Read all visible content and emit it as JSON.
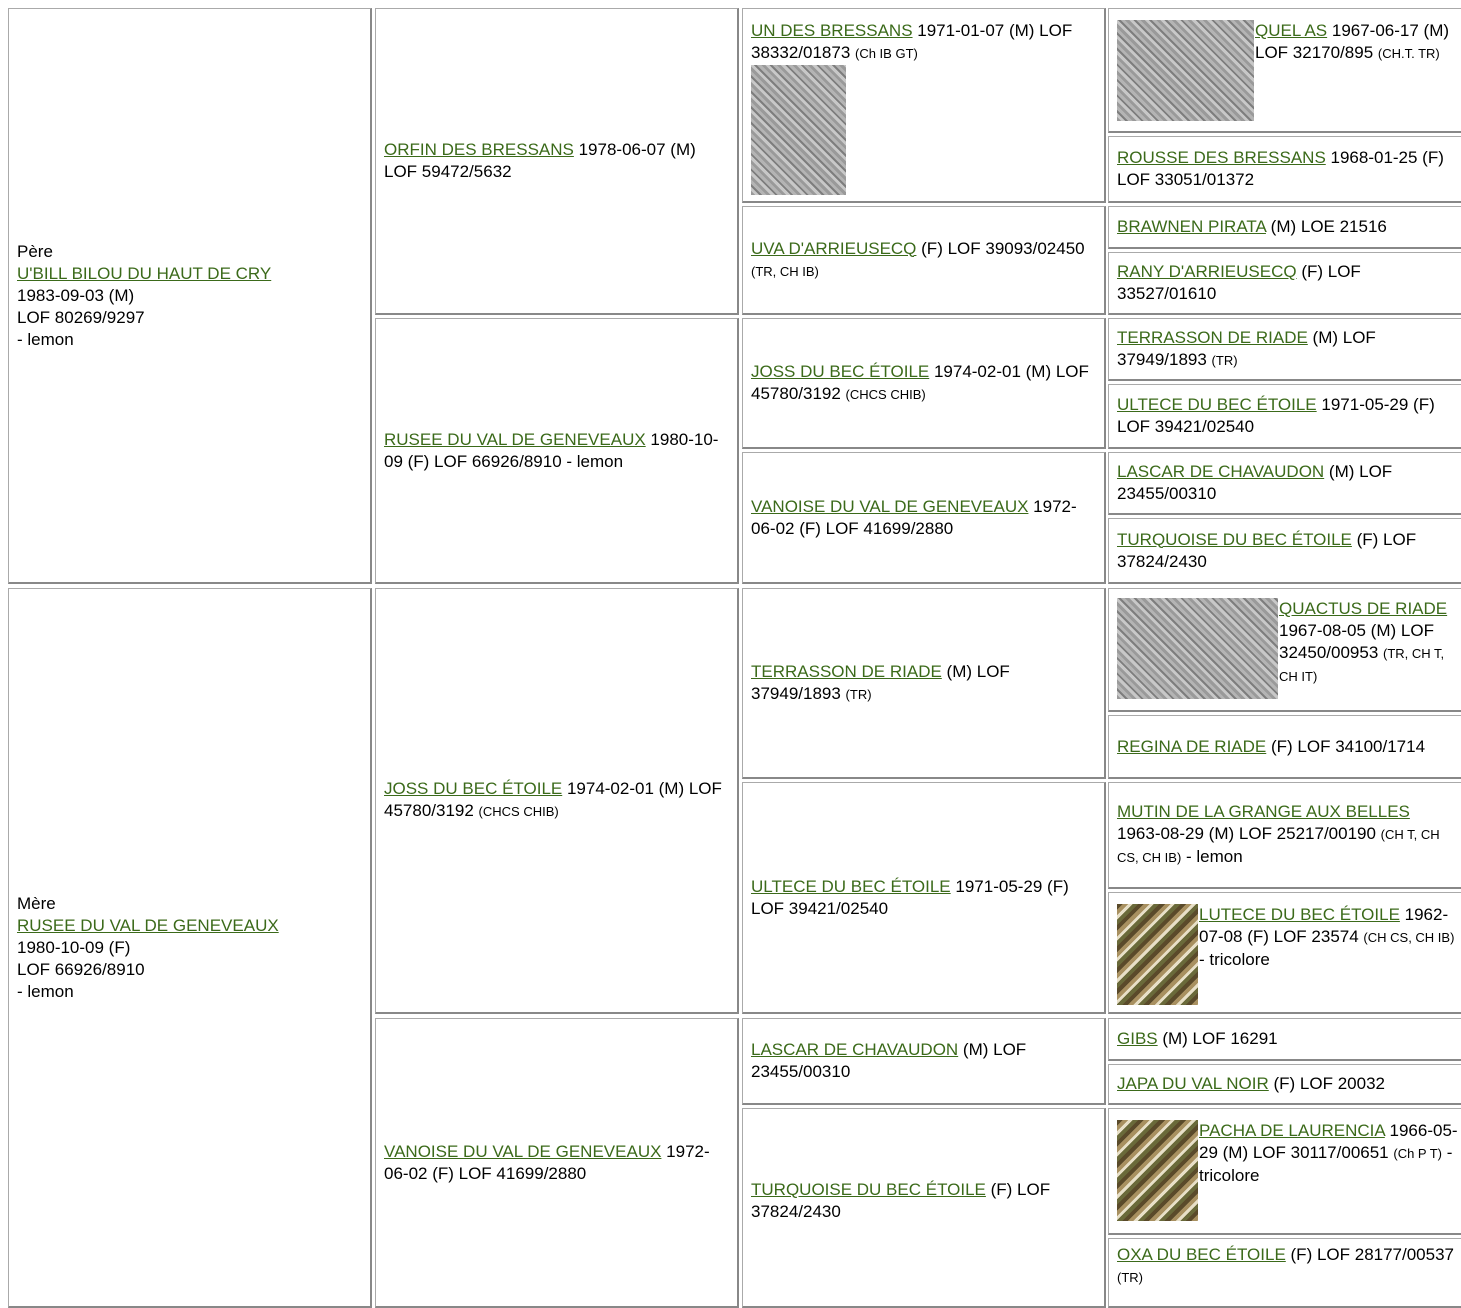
{
  "sire": {
    "label": "Père",
    "name": "U'BILL BILOU DU HAUT DE CRY",
    "line2": "1983-09-03 (M)",
    "line3": "LOF 80269/9297",
    "line4": "- lemon"
  },
  "dam": {
    "label": "Mère",
    "name": "RUSEE DU VAL DE GENEVEAUX",
    "line2": "1980-10-09 (F)",
    "line3": "LOF 66926/8910",
    "line4": "- lemon"
  },
  "gen2": [
    {
      "name": "ORFIN DES BRESSANS",
      "info": " 1978-06-07 (M) LOF 59472/5632",
      "title": "",
      "suffix": ""
    },
    {
      "name": "RUSEE DU VAL DE GENEVEAUX",
      "info": " 1980-10-09 (F) LOF 66926/8910 - lemon",
      "title": "",
      "suffix": ""
    },
    {
      "name": "JOSS DU BEC ÉTOILE",
      "info": " 1974-02-01 (M) LOF 45780/3192 ",
      "title": "(CHCS CHIB)",
      "suffix": ""
    },
    {
      "name": "VANOISE DU VAL DE GENEVEAUX",
      "info": " 1972-06-02 (F) LOF 41699/2880",
      "title": "",
      "suffix": ""
    }
  ],
  "gen3": [
    {
      "name": "UN DES BRESSANS",
      "info": " 1971-01-07 (M) LOF 38332/01873 ",
      "title": "(Ch IB GT)",
      "suffix": "",
      "photo": "dog-photo-grayscale"
    },
    {
      "name": "UVA D'ARRIEUSECQ",
      "info": " (F) LOF 39093/02450 ",
      "title": "(TR, CH IB)",
      "suffix": ""
    },
    {
      "name": "JOSS DU BEC ÉTOILE",
      "info": " 1974-02-01 (M) LOF 45780/3192 ",
      "title": "(CHCS CHIB)",
      "suffix": ""
    },
    {
      "name": "VANOISE DU VAL DE GENEVEAUX",
      "info": " 1972-06-02 (F) LOF 41699/2880",
      "title": "",
      "suffix": ""
    },
    {
      "name": "TERRASSON DE RIADE",
      "info": " (M) LOF 37949/1893 ",
      "title": "(TR)",
      "suffix": ""
    },
    {
      "name": "ULTECE DU BEC ÉTOILE",
      "info": " 1971-05-29 (F) LOF 39421/02540",
      "title": "",
      "suffix": ""
    },
    {
      "name": "LASCAR DE CHAVAUDON",
      "info": " (M) LOF 23455/00310",
      "title": "",
      "suffix": ""
    },
    {
      "name": "TURQUOISE DU BEC ÉTOILE",
      "info": " (F) LOF 37824/2430",
      "title": "",
      "suffix": ""
    }
  ],
  "gen4": [
    {
      "name": "QUEL AS",
      "info": " 1967-06-17 (M) LOF 32170/895 ",
      "title": "(CH.T. TR)",
      "suffix": "",
      "photo": "dog-photo-grayscale"
    },
    {
      "name": "ROUSSE DES BRESSANS",
      "info": " 1968-01-25 (F) LOF 33051/01372",
      "title": "",
      "suffix": ""
    },
    {
      "name": "BRAWNEN PIRATA",
      "info": " (M) LOE 21516",
      "title": "",
      "suffix": ""
    },
    {
      "name": "RANY D'ARRIEUSECQ",
      "info": " (F) LOF 33527/01610",
      "title": "",
      "suffix": ""
    },
    {
      "name": "TERRASSON DE RIADE",
      "info": " (M) LOF 37949/1893 ",
      "title": "(TR)",
      "suffix": ""
    },
    {
      "name": "ULTECE DU BEC ÉTOILE",
      "info": " 1971-05-29 (F) LOF 39421/02540",
      "title": "",
      "suffix": ""
    },
    {
      "name": "LASCAR DE CHAVAUDON",
      "info": " (M) LOF 23455/00310",
      "title": "",
      "suffix": ""
    },
    {
      "name": "TURQUOISE DU BEC ÉTOILE",
      "info": " (F) LOF 37824/2430",
      "title": "",
      "suffix": ""
    },
    {
      "name": "QUACTUS DE RIADE",
      "info": " 1967-08-05 (M) LOF 32450/00953 ",
      "title": "(TR, CH T, CH IT)",
      "suffix": "",
      "photo": "dog-photo-grayscale"
    },
    {
      "name": "REGINA DE RIADE",
      "info": " (F) LOF 34100/1714",
      "title": "",
      "suffix": ""
    },
    {
      "name": "MUTIN DE LA GRANGE AUX BELLES",
      "info": " 1963-08-29 (M) LOF 25217/00190 ",
      "title": "(CH T, CH CS, CH IB)",
      "suffix": " - lemon"
    },
    {
      "name": "LUTECE DU BEC ÉTOILE",
      "info": " 1962-07-08 (F) LOF 23574 ",
      "title": "(CH CS, CH IB)",
      "suffix": " - tricolore",
      "photo": "dog-photo-color"
    },
    {
      "name": "GIBS",
      "info": " (M) LOF 16291",
      "title": "",
      "suffix": ""
    },
    {
      "name": "JAPA DU VAL NOIR",
      "info": " (F) LOF 20032",
      "title": "",
      "suffix": ""
    },
    {
      "name": "PACHA DE LAURENCIA",
      "info": " 1966-05-29 (M) LOF 30117/00651 ",
      "title": "(Ch P T)",
      "suffix": " - tricolore",
      "photo": "dog-photo-color"
    },
    {
      "name": "OXA DU BEC ÉTOILE",
      "info": " (F) LOF 28177/00537 ",
      "title": "(TR)",
      "suffix": ""
    }
  ],
  "colors": {
    "link": "#3b6a1a",
    "border": "#888888",
    "background": "#ffffff"
  }
}
